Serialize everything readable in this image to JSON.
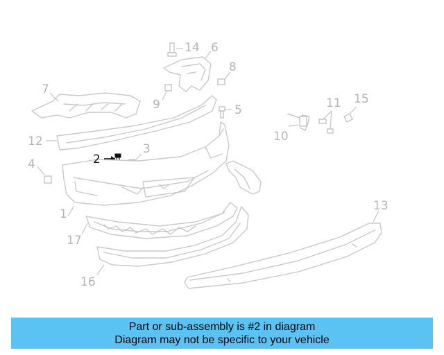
{
  "callouts": {
    "c1": "1",
    "c2": "2",
    "c3": "3",
    "c4": "4",
    "c5": "5",
    "c6": "6",
    "c7": "7",
    "c8": "8",
    "c9": "9",
    "c10": "10",
    "c11": "11",
    "c12": "12",
    "c13": "13",
    "c14": "14",
    "c15": "15",
    "c16": "16",
    "c17": "17"
  },
  "highlight": {
    "part_number": "2",
    "color": "#111111"
  },
  "banner": {
    "line1": "Part or sub-assembly is #2 in diagram",
    "line2": "Diagram may not be specific to your vehicle",
    "background": "#5bc2f4"
  }
}
